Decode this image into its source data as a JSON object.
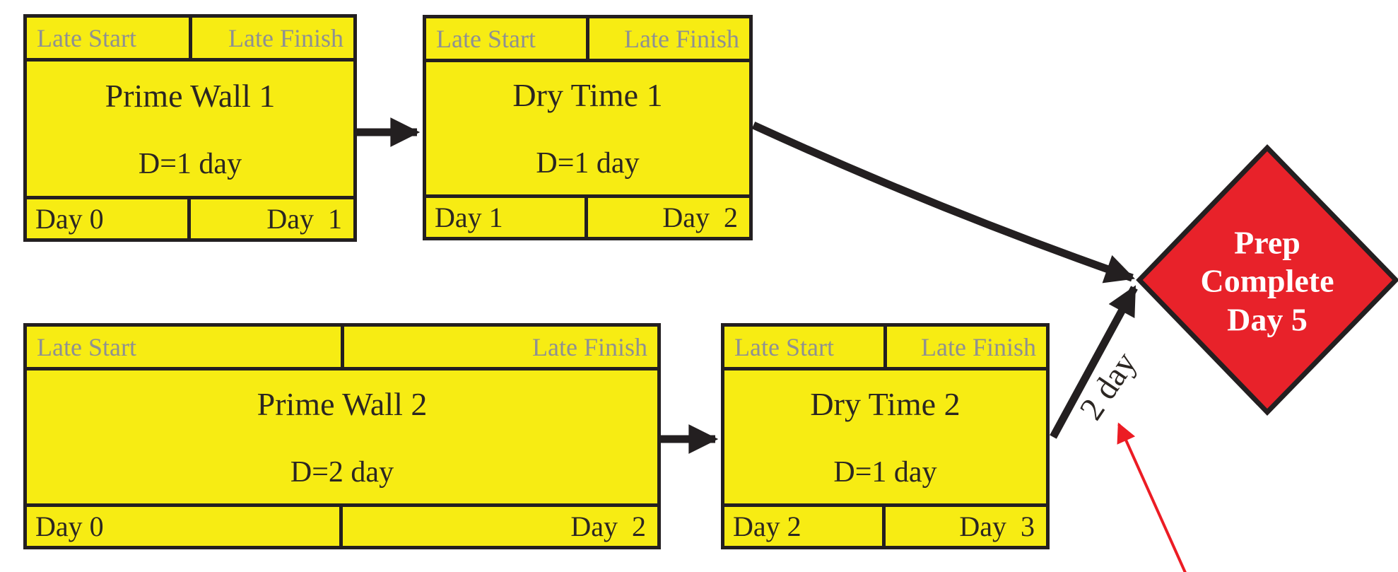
{
  "diagram": {
    "type": "precedence-network",
    "background": "#FFFFFF"
  },
  "colors": {
    "node_fill": "#F7EC13",
    "node_border": "#231F20",
    "node_text": "#2B2622",
    "muted_label": "#8E9093",
    "milestone_fill": "#E8222A",
    "milestone_text": "#FFFFFF",
    "arrow": "#231F20",
    "callout_arrow": "#EC1C24"
  },
  "nodes": [
    {
      "id": "prime-wall-1",
      "late_start_label": "Late Start",
      "late_finish_label": "Late Finish",
      "title": "Prime Wall 1",
      "duration": "D=1 day",
      "start": "Day 0",
      "finish": "Day  1"
    },
    {
      "id": "dry-time-1",
      "late_start_label": "Late Start",
      "late_finish_label": "Late Finish",
      "title": "Dry Time 1",
      "duration": "D=1 day",
      "start": "Day 1",
      "finish": "Day  2"
    },
    {
      "id": "prime-wall-2",
      "late_start_label": "Late Start",
      "late_finish_label": "Late Finish",
      "title": "Prime Wall 2",
      "duration": "D=2 day",
      "start": "Day 0",
      "finish": "Day  2"
    },
    {
      "id": "dry-time-2",
      "late_start_label": "Late Start",
      "late_finish_label": "Late Finish",
      "title": "Dry Time 2",
      "duration": "D=1 day",
      "start": "Day 2",
      "finish": "Day  3"
    }
  ],
  "milestone": {
    "id": "prep-complete",
    "line1": "Prep",
    "line2": "Complete",
    "line3": "Day 5"
  },
  "edges": [
    {
      "from": "prime-wall-1",
      "to": "dry-time-1",
      "label": ""
    },
    {
      "from": "prime-wall-2",
      "to": "dry-time-2",
      "label": ""
    },
    {
      "from": "dry-time-1",
      "to": "prep-complete",
      "label": ""
    },
    {
      "from": "dry-time-2",
      "to": "prep-complete",
      "label": "2 day"
    }
  ]
}
